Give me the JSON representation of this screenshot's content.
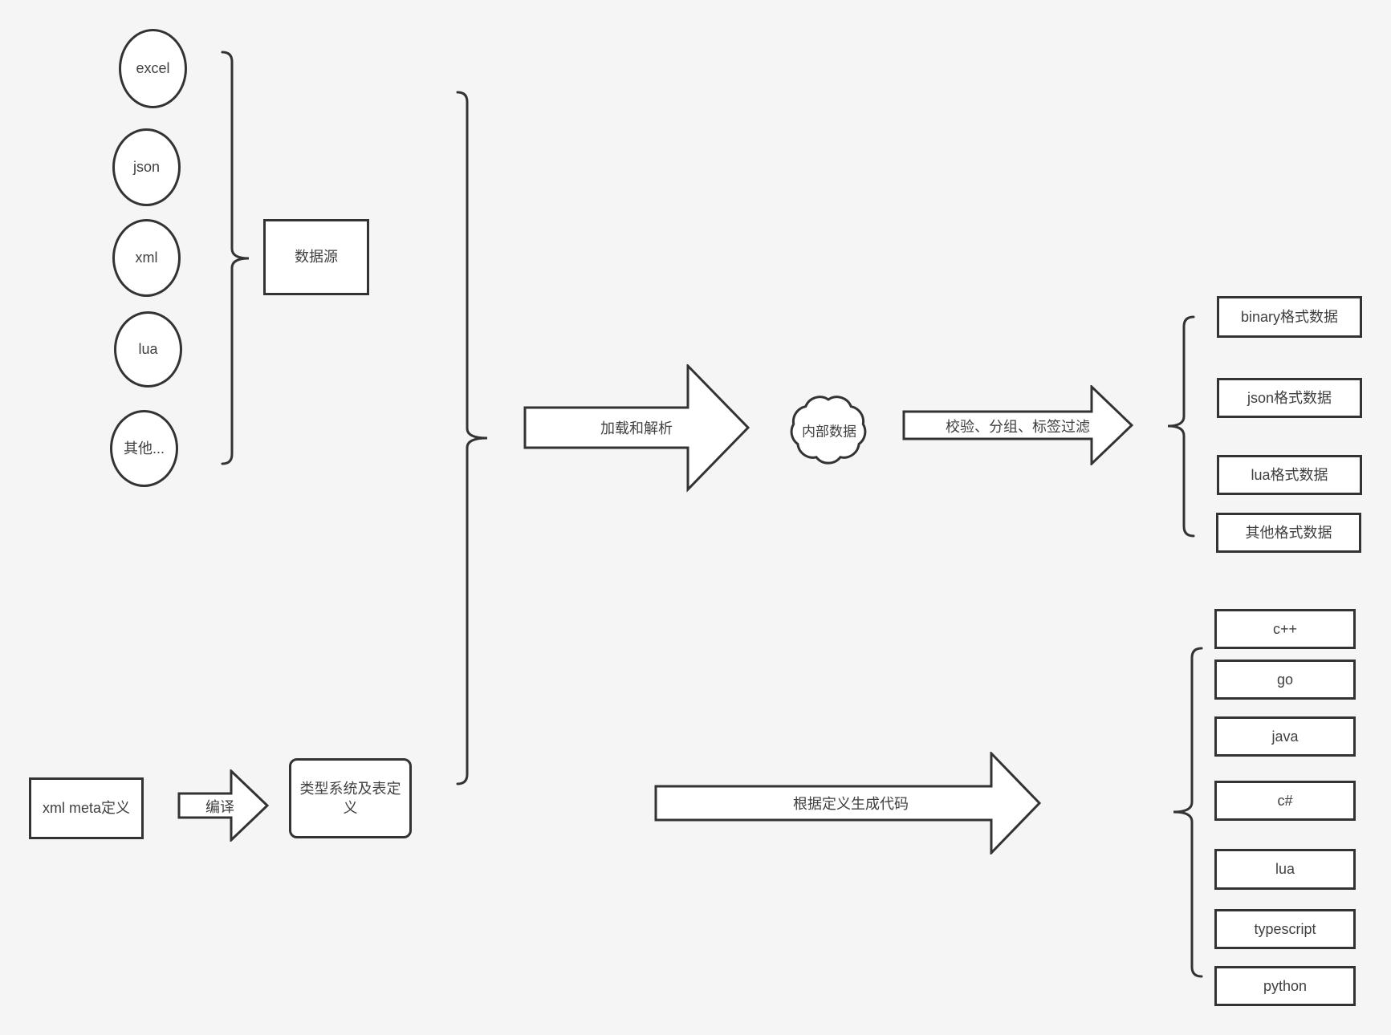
{
  "colors": {
    "background": "#f5f5f5",
    "stroke": "#333333",
    "shape_fill": "#ffffff",
    "text": "#404040"
  },
  "sources": {
    "items": [
      "excel",
      "json",
      "xml",
      "lua",
      "其他..."
    ],
    "group_label": "数据源"
  },
  "flow": {
    "load_parse_label": "加载和解析",
    "internal_data_label": "内部数据",
    "filter_label": "校验、分组、标签过滤",
    "codegen_label": "根据定义生成代码"
  },
  "meta": {
    "input_label": "xml meta定义",
    "compile_label": "编译",
    "typesys_label": "类型系统及表定义"
  },
  "outputs": {
    "data_formats": [
      "binary格式数据",
      "json格式数据",
      "lua格式数据",
      "其他格式数据"
    ],
    "languages": [
      "c++",
      "go",
      "java",
      "c#",
      "lua",
      "typescript",
      "python"
    ]
  }
}
